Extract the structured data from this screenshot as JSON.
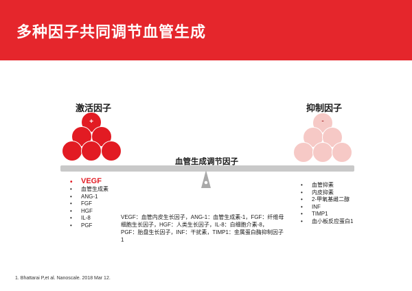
{
  "slide": {
    "title": "多种因子共同调节血管生成",
    "accent_color": "#e5262c"
  },
  "activators": {
    "label": "激活因子",
    "sign": "+",
    "color": "#e21b23",
    "items": [
      "VEGF",
      "血管生成素",
      "ANG-1",
      "FGF",
      "HGF",
      "IL-8",
      "PGF"
    ]
  },
  "inhibitors": {
    "label": "抑制因子",
    "sign": "-",
    "color": "#f6c9c6",
    "items": [
      "血管抑素",
      "内皮抑素",
      "2-甲氧基雌二醇",
      "INF",
      "TIMP1",
      "血小板反应蛋白1"
    ]
  },
  "balance": {
    "label": "血管生成调节因子"
  },
  "abbreviations": "VEGF：血管内皮生长因子，ANG-1：血管生成素-1，FGF：纤维母细胞生长因子，HGF：人类生长因子，IL-8：白细胞介素-8，PGF：胎盘生长因子，INF：干扰素，TIMP1：金属蛋白酶抑制因子1",
  "reference": "1.  Bhattarai P,et al. Nanoscale. 2018 Mar 12."
}
